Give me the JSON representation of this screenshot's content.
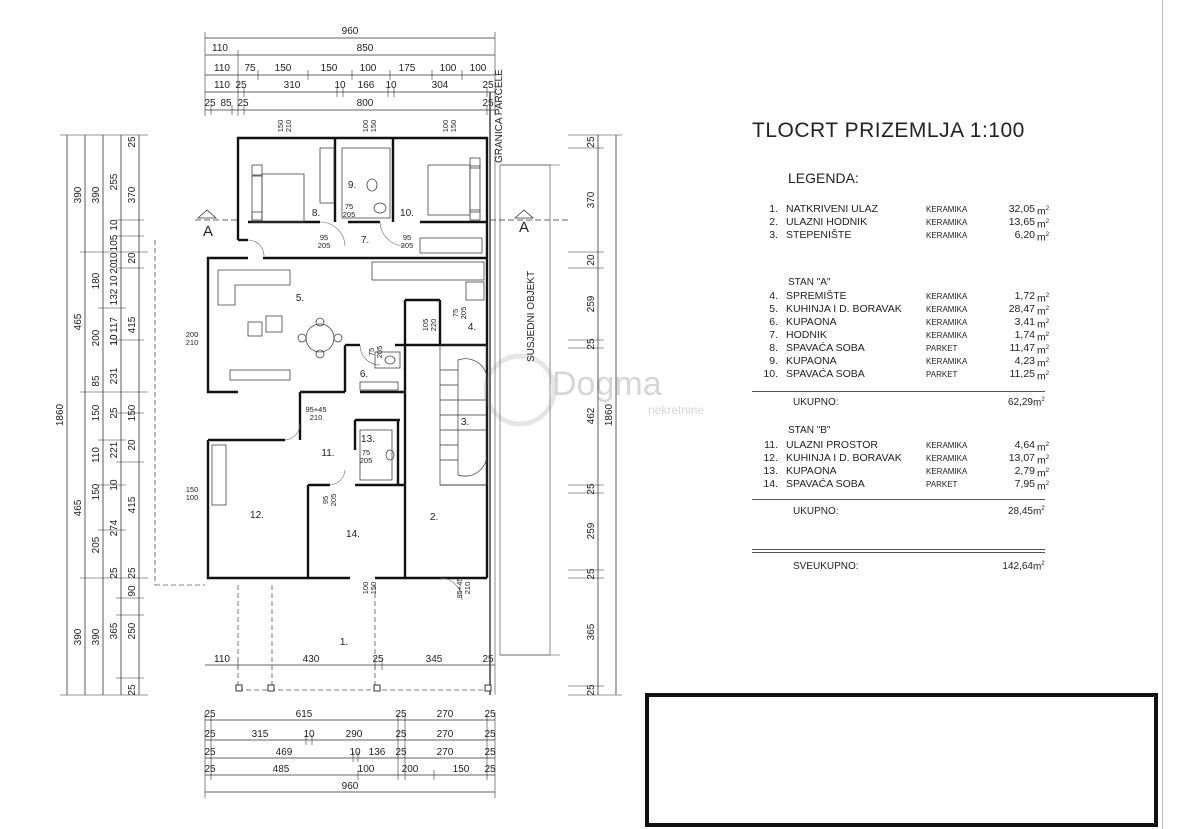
{
  "title": "TLOCRT PRIZEMLJA 1:100",
  "legend_title": "LEGENDA:",
  "common_rooms": [
    {
      "num": "1.",
      "name": "NATKRIVENI ULAZ",
      "material": "KERAMIKA",
      "area": "32,05",
      "unit": "m"
    },
    {
      "num": "2.",
      "name": "ULAZNI HODNIK",
      "material": "KERAMIKA",
      "area": "13,65",
      "unit": "m"
    },
    {
      "num": "3.",
      "name": "STEPENIŠTE",
      "material": "KERAMIKA",
      "area": "6,20",
      "unit": "m"
    }
  ],
  "stan_a": {
    "label": "STAN \"A\"",
    "rooms": [
      {
        "num": "4.",
        "name": "SPREMIŠTE",
        "material": "KERAMIKA",
        "area": "1,72",
        "unit": "m"
      },
      {
        "num": "5.",
        "name": "KUHINJA I D. BORAVAK",
        "material": "KERAMIKA",
        "area": "28,47",
        "unit": "m"
      },
      {
        "num": "6.",
        "name": "KUPAONA",
        "material": "KERAMIKA",
        "area": "3,41",
        "unit": "m"
      },
      {
        "num": "7.",
        "name": "HODNIK",
        "material": "KERAMIKA",
        "area": "1,74",
        "unit": "m"
      },
      {
        "num": "8.",
        "name": "SPAVAĆA SOBA",
        "material": "PARKET",
        "area": "11,47",
        "unit": "m"
      },
      {
        "num": "9.",
        "name": "KUPAONA",
        "material": "KERAMIKA",
        "area": "4,23",
        "unit": "m"
      },
      {
        "num": "10.",
        "name": "SPAVAĆA SOBA",
        "material": "PARKET",
        "area": "11,25",
        "unit": "m"
      }
    ],
    "total_label": "UKUPNO:",
    "total": "62,29",
    "total_unit": "m"
  },
  "stan_b": {
    "label": "STAN \"B\"",
    "rooms": [
      {
        "num": "11.",
        "name": "ULAZNI PROSTOR",
        "material": "KERAMIKA",
        "area": "4,64",
        "unit": "m"
      },
      {
        "num": "12.",
        "name": "KUHINJA I D. BORAVAK",
        "material": "KERAMIKA",
        "area": "13,07",
        "unit": "m"
      },
      {
        "num": "13.",
        "name": "KUPAONA",
        "material": "KERAMIKA",
        "area": "2,79",
        "unit": "m"
      },
      {
        "num": "14.",
        "name": "SPAVAĆA SOBA",
        "material": "PARKET",
        "area": "7,95",
        "unit": "m"
      }
    ],
    "total_label": "UKUPNO:",
    "total": "28,45",
    "total_unit": "m"
  },
  "grand_total_label": "SVEUKUPNO:",
  "grand_total": "142,64",
  "grand_total_unit": "m",
  "plan_labels": {
    "section_left": "A",
    "section_right": "A",
    "parcel_border": "GRANICA PARCELE",
    "neighbour": "SUSJEDNI OBJEKT",
    "watermark": "Dogma",
    "watermark_sub": "nekretnine",
    "room_numbers": [
      "1.",
      "2.",
      "3.",
      "4.",
      "5.",
      "6.",
      "7.",
      "8.",
      "9.",
      "10.",
      "11.",
      "12.",
      "13.",
      "14."
    ],
    "door_labels": [
      "150\n210",
      "100\n150",
      "100\n150",
      "75\n205",
      "95\n205",
      "95\n205",
      "200\n210",
      "105\n220",
      "75\n205",
      "75\n205",
      "95+45\n210",
      "75\n205",
      "95\n205",
      "150\n100",
      "100\n150",
      "95+45\n210"
    ]
  },
  "dimensions": {
    "top": [
      [
        "960"
      ],
      [
        "110",
        "850"
      ],
      [
        "110",
        "75",
        "150",
        "150",
        "100",
        "175",
        "100",
        "100"
      ],
      [
        "110",
        "25",
        "310",
        "10",
        "166",
        "10",
        "304",
        "25"
      ],
      [
        "25",
        "85",
        "25",
        "800",
        "25"
      ]
    ],
    "bottom": [
      [
        "25",
        "615",
        "25",
        "270",
        "25"
      ],
      [
        "25",
        "315",
        "10",
        "290",
        "25",
        "270",
        "25"
      ],
      [
        "25",
        "469",
        "10",
        "136",
        "25",
        "270",
        "25"
      ],
      [
        "25",
        "485",
        "100",
        "200",
        "150",
        "25"
      ],
      [
        "960"
      ]
    ],
    "inner_bottom": [
      "110",
      "430",
      "25",
      "345",
      "25"
    ],
    "left": [
      [
        "1860"
      ],
      [
        "390",
        "465",
        "465",
        "390"
      ],
      [
        "390",
        "180",
        "200",
        "85",
        "150",
        "110",
        "150",
        "205",
        "390"
      ],
      [
        "255",
        "10",
        "105",
        "10",
        "20",
        "10",
        "132",
        "10",
        "117",
        "10",
        "231",
        "25",
        "221",
        "10",
        "274",
        "25",
        "365"
      ],
      [
        "25",
        "370",
        "20",
        "415",
        "150",
        "20",
        "415",
        "25",
        "90",
        "250",
        "25"
      ]
    ],
    "right": [
      [
        "1860"
      ],
      [
        "25",
        "370",
        "20",
        "259",
        "25",
        "462",
        "25",
        "259",
        "25",
        "365",
        "25"
      ]
    ]
  }
}
